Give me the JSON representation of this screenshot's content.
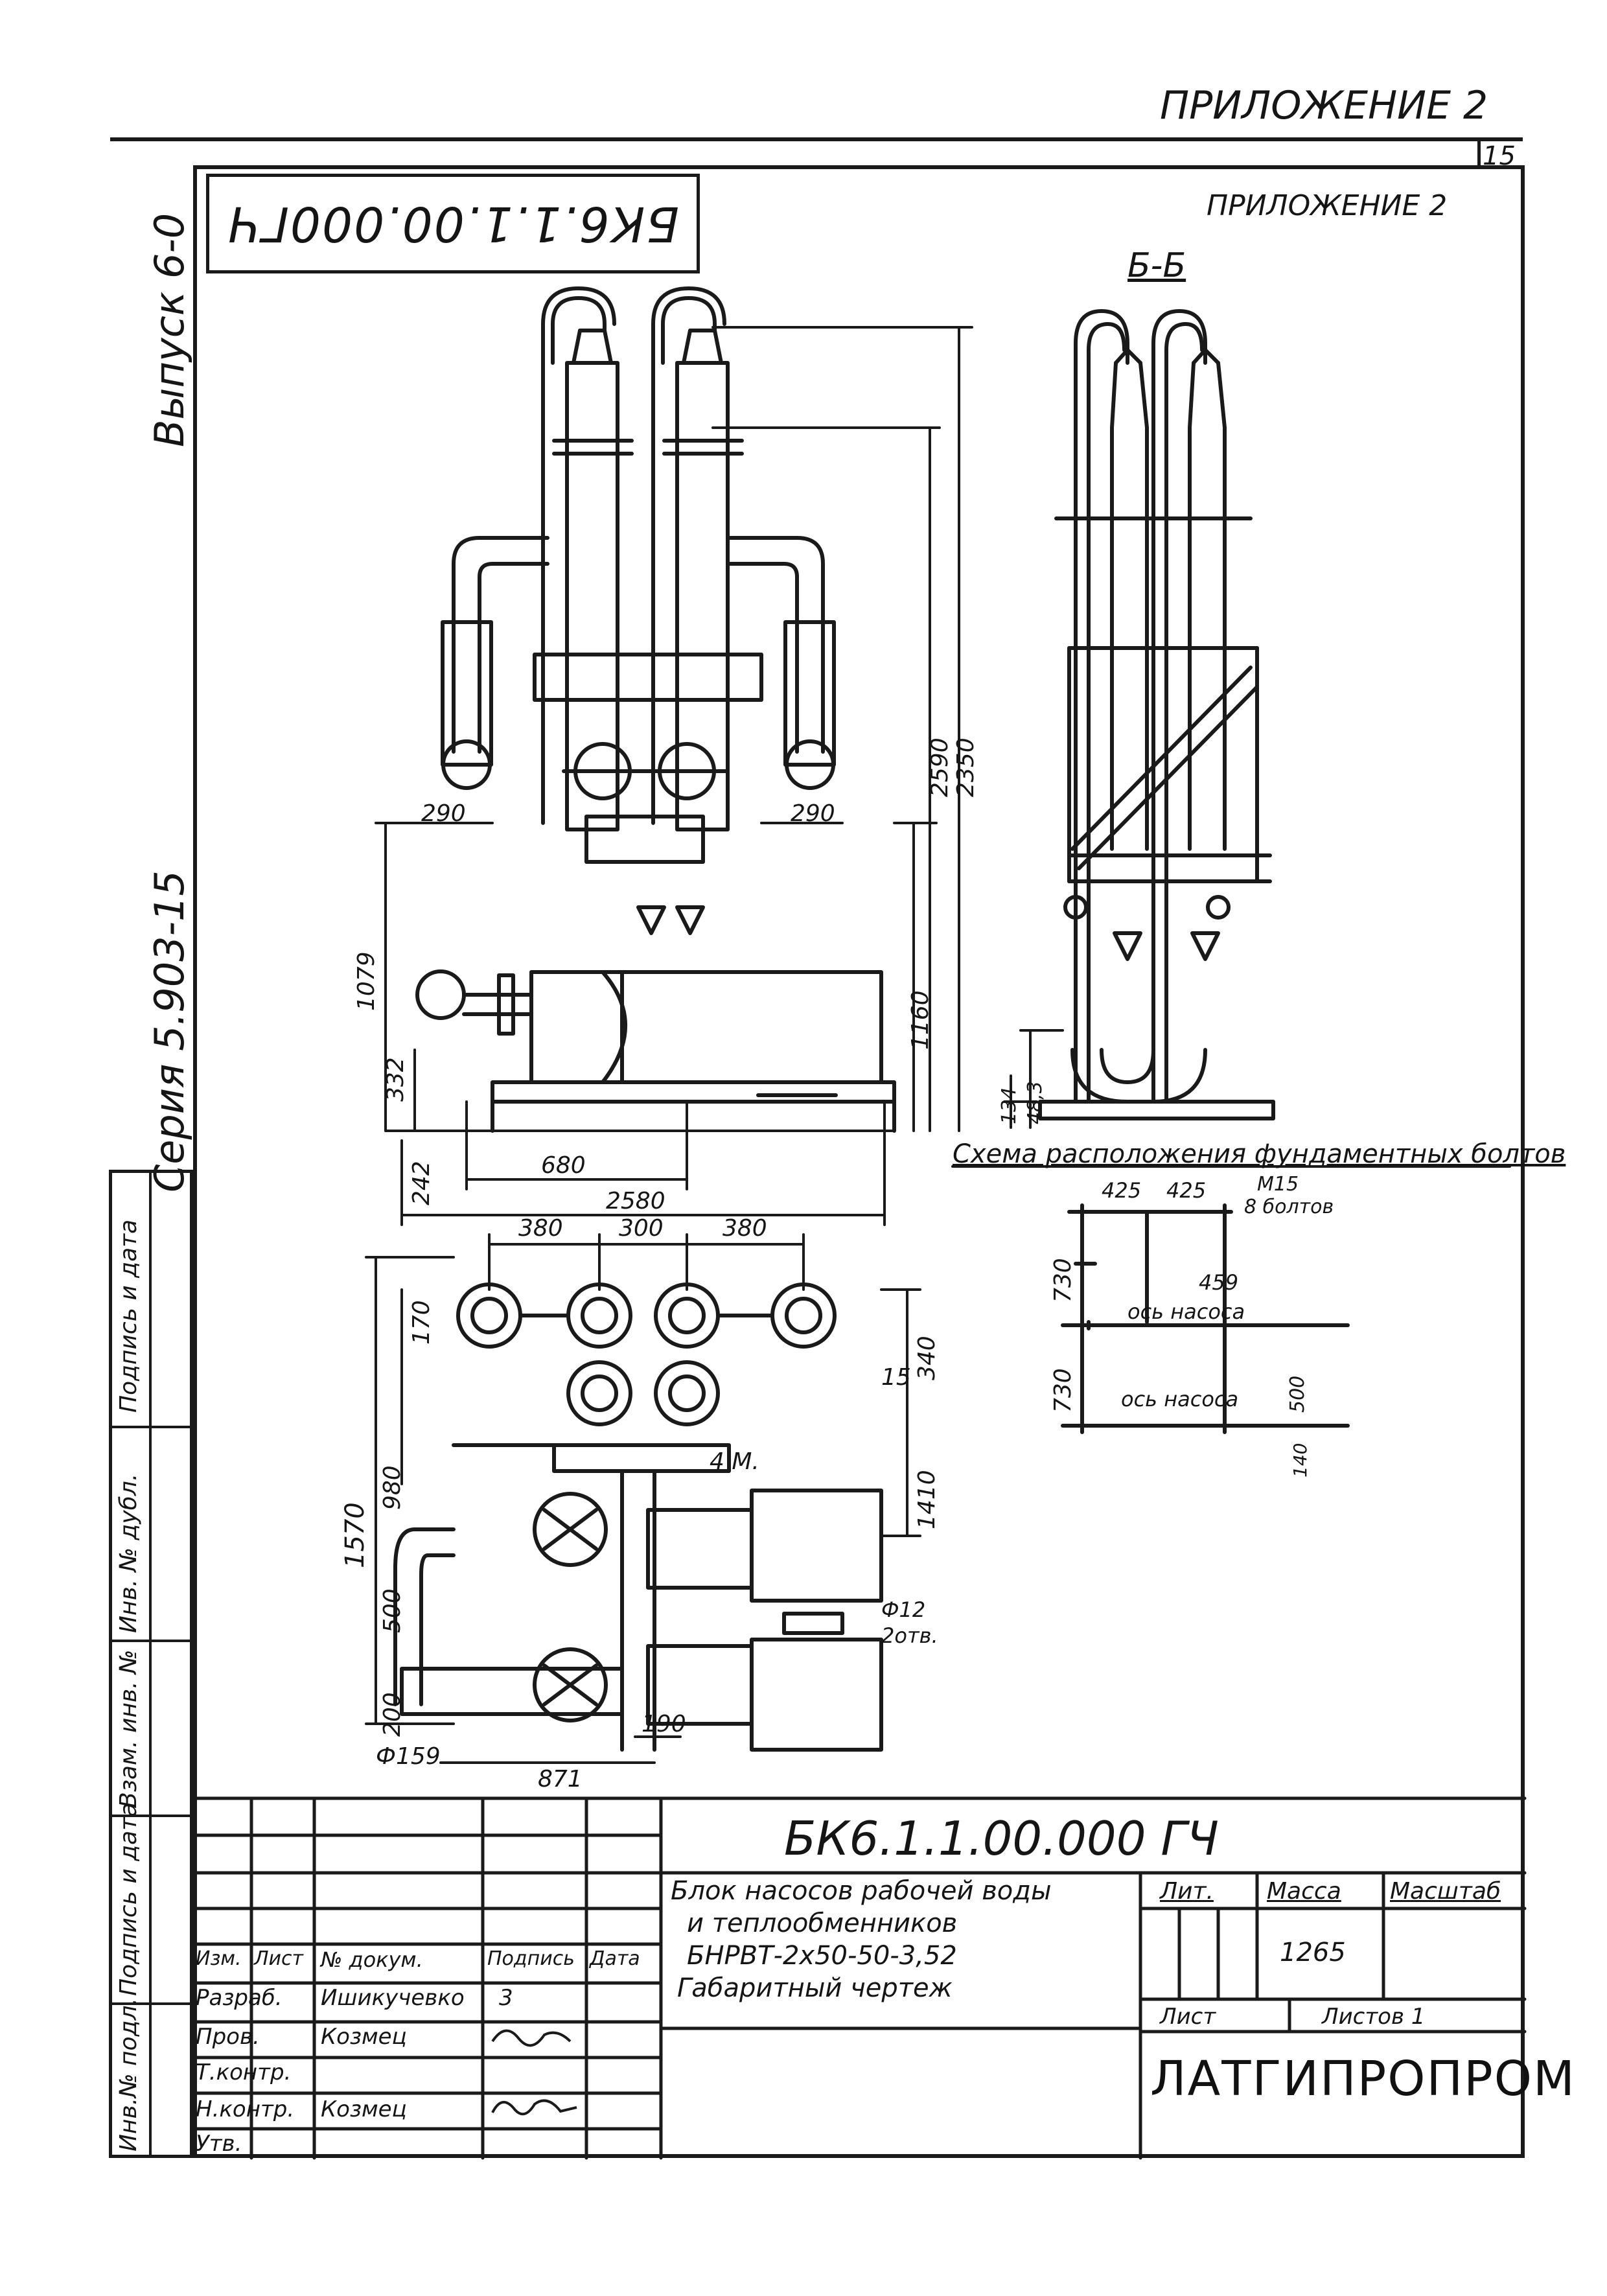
{
  "header": {
    "appendix_top": "ПРИЛОЖЕНИЕ 2",
    "appendix_inner": "ПРИЛОЖЕНИЕ 2",
    "sheet_corner": "15",
    "designation_rotated": "БК6.1.1.00.000ГЧ"
  },
  "margin": {
    "issue": "Выпуск 6-0",
    "series": "Серия 5.903-15",
    "stamp_fields": [
      "Инв.№ подл.",
      "Подпись и дата",
      "Взам. инв. №",
      "Инв. № дубл.",
      "Подпись и дата"
    ]
  },
  "views": {
    "section_label": "Б-Б",
    "foundation_title": "Схема расположения фундаментных болтов",
    "dims_front": [
      "2590",
      "2350",
      "290",
      "290",
      "1079",
      "1160",
      "332",
      "242",
      "680",
      "2580",
      "134",
      "48,3"
    ],
    "dims_plan": [
      "380",
      "300",
      "380",
      "170",
      "15",
      "340",
      "1570",
      "980",
      "1410",
      "500",
      "200",
      "Ф159",
      "871",
      "190",
      "4 М.",
      "Ф12",
      "2отв."
    ],
    "dims_foundation": [
      "425",
      "425",
      "М15",
      "8 болтов",
      "730",
      "730",
      "459",
      "ось насоса",
      "ось насоса",
      "500",
      "140"
    ]
  },
  "title_block": {
    "document_code": "БК6.1.1.00.000 ГЧ",
    "name_lines": [
      "Блок насосов рабочей воды",
      "и теплообменников",
      "БНРВТ-2х50-50-3,52",
      "Габаритный чертеж"
    ],
    "col_headers": [
      "Изм.",
      "Лист",
      "№ докум.",
      "Подпись",
      "Дата"
    ],
    "roles": [
      {
        "role": "Разраб.",
        "name": "Ишикучевко",
        "sign": "3"
      },
      {
        "role": "Пров.",
        "name": "Козмец",
        "sign": ""
      },
      {
        "role": "Т.контр.",
        "name": "",
        "sign": ""
      },
      {
        "role": "Н.контр.",
        "name": "Козмец",
        "sign": ""
      },
      {
        "role": "Утв.",
        "name": "",
        "sign": ""
      }
    ],
    "lit_label": "Лит.",
    "mass_label": "Масса",
    "scale_label": "Масштаб",
    "mass_value": "1265",
    "sheet_label": "Лист",
    "sheets_label": "Листов 1",
    "organization": "ЛАТГИПРОПРОМ"
  }
}
